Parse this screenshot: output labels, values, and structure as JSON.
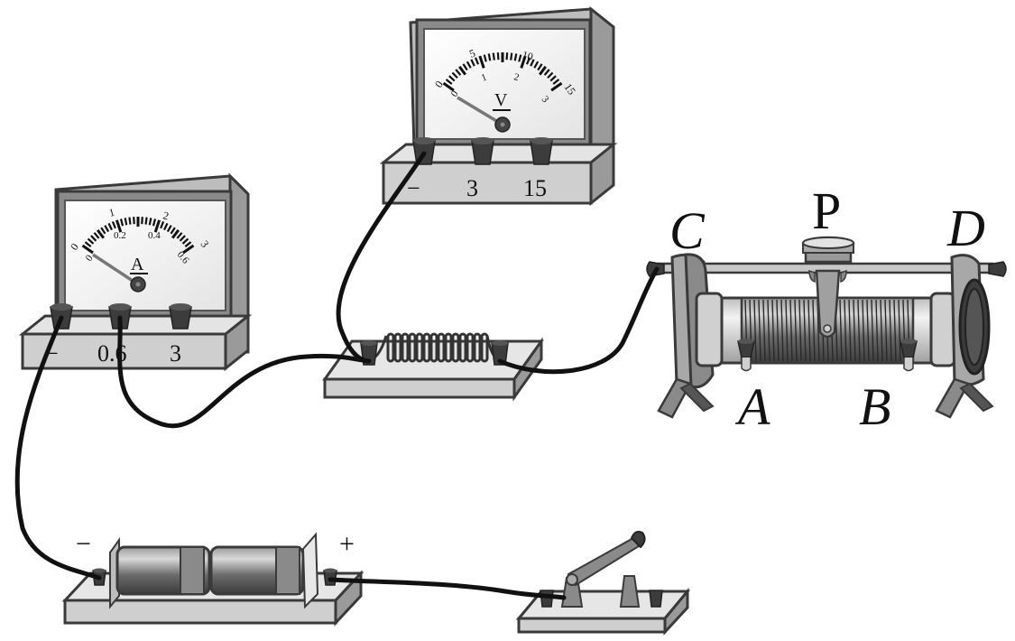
{
  "voltmeter": {
    "unit_symbol": "V",
    "upper_scale": [
      "0",
      "5",
      "10",
      "15"
    ],
    "lower_scale": [
      "0",
      "1",
      "2",
      "3"
    ],
    "terminals": [
      "−",
      "3",
      "15"
    ],
    "needle_reading_fraction": 0
  },
  "ammeter": {
    "unit_symbol": "A",
    "upper_scale": [
      "0",
      "1",
      "2",
      "3"
    ],
    "lower_scale": [
      "0",
      "0.2",
      "0.4",
      "0.6"
    ],
    "terminals": [
      "−",
      "0.6",
      "3"
    ],
    "needle_reading_fraction": 0
  },
  "rheostat": {
    "slider_label": "P",
    "top_left_label": "C",
    "top_right_label": "D",
    "bottom_left_label": "A",
    "bottom_right_label": "B"
  },
  "battery": {
    "negative_label": "−",
    "positive_label": "+"
  },
  "colors": {
    "wire": "#111111",
    "body_light": "#d6d6d6",
    "body_mid": "#a8a8a8",
    "body_dark": "#5a5a5a",
    "outline": "#3a3a3a"
  }
}
